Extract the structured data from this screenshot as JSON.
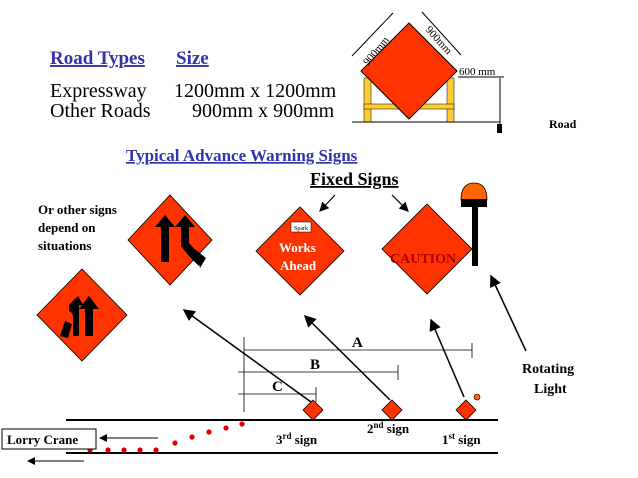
{
  "header": {
    "road_types_label": "Road Types",
    "size_label": "Size",
    "rows": [
      {
        "type": "Expressway",
        "size": "1200mm x 1200mm"
      },
      {
        "type": "Other Roads",
        "size": "900mm x 900mm"
      }
    ]
  },
  "mount_diagram": {
    "dim_left": "900mm",
    "dim_right": "900mm",
    "height": "600 mm",
    "road_label": "Road"
  },
  "titles": {
    "main": "Typical Advance Warning Signs",
    "fixed": "Fixed Signs"
  },
  "notes": {
    "line1": "Or other signs",
    "line2": "depend on",
    "line3": "situations"
  },
  "signs": {
    "works_small": "Spark",
    "works_line1": "Works",
    "works_line2": "Ahead",
    "caution": "CAUTION"
  },
  "distances": {
    "a": "A",
    "b": "B",
    "c": "C"
  },
  "labels": {
    "rotating_line1": "Rotating",
    "rotating_line2": "Light",
    "lorry_crane": "Lorry Crane",
    "sign3_num": "3",
    "sign3_sup": "rd",
    "sign3_word": " sign",
    "sign2_num": "2",
    "sign2_sup": "nd",
    "sign2_word": " sign",
    "sign1_num": "1",
    "sign1_sup": "st",
    "sign1_word": " sign"
  },
  "colors": {
    "sign_fill": "#ff3300",
    "title_blue": "#3333aa",
    "stand_yellow": "#ffcc33",
    "cone_red": "#dd0000",
    "light_orange": "#ff6600"
  }
}
